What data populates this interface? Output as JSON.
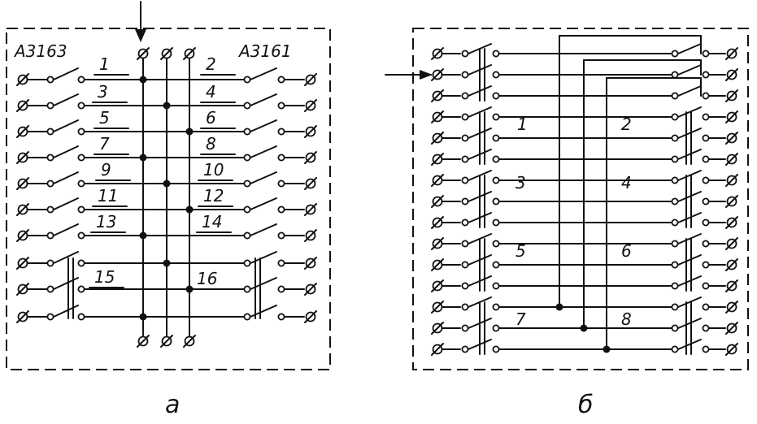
{
  "panel_a": {
    "breaker_left": "А3163",
    "breaker_right": "А3161",
    "caption": "а",
    "line_labels": [
      "1",
      "2",
      "3",
      "4",
      "5",
      "6",
      "7",
      "8",
      "9",
      "10",
      "11",
      "12",
      "13",
      "14",
      "15",
      "16"
    ]
  },
  "panel_b": {
    "caption": "б",
    "line_labels": [
      "1",
      "2",
      "3",
      "4",
      "5",
      "6",
      "7",
      "8"
    ]
  },
  "colors": {
    "ink": "#111111",
    "background": "#ffffff"
  }
}
